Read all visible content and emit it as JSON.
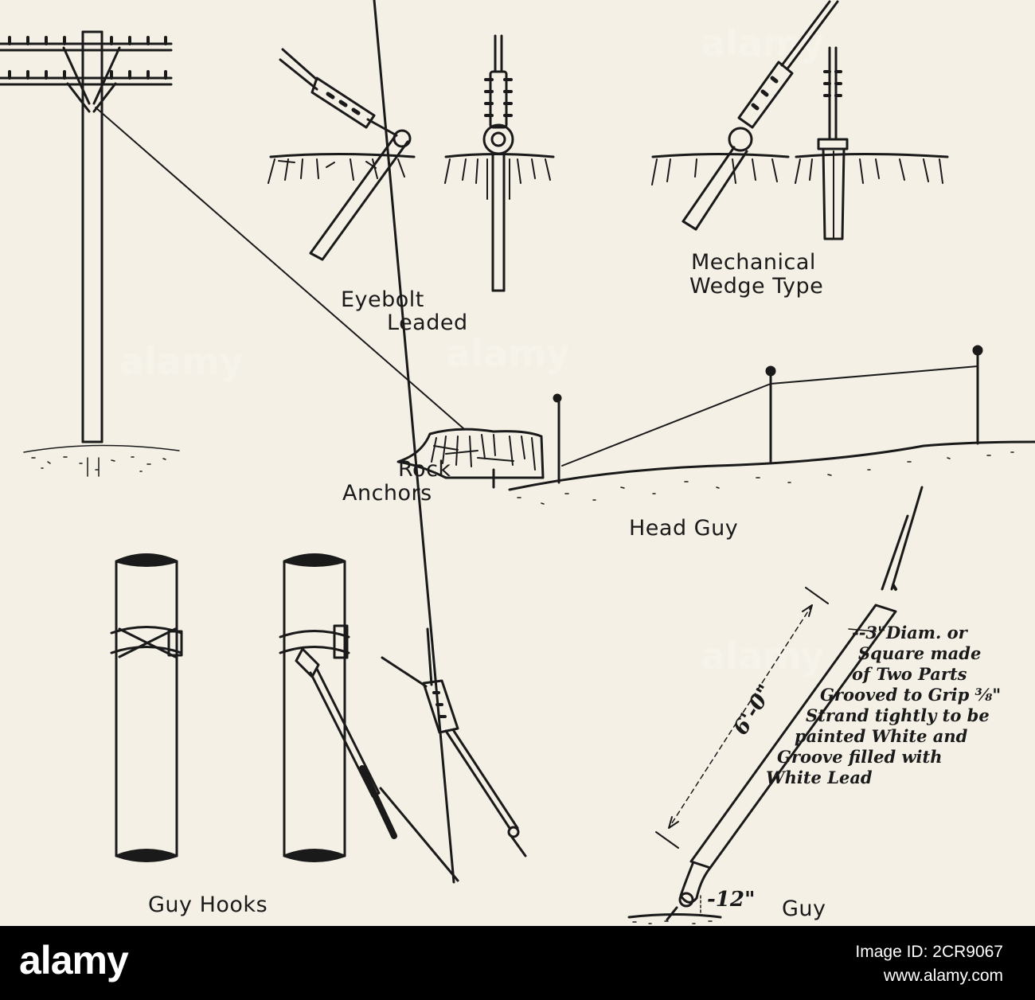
{
  "figure": {
    "labels": {
      "eyebolt_line1": "Eyebolt",
      "eyebolt_line2": "Leaded",
      "mechanical_line1": "Mechanical",
      "mechanical_line2": "Wedge Type",
      "rock_line1": "Rock",
      "rock_line2": "Anchors",
      "head_guy": "Head Guy",
      "guy_hooks": "Guy Hooks",
      "guy_bottom": "Guy"
    },
    "guard_note": [
      "--3\"Diam. or",
      "Square made",
      "of Two Parts",
      "Grooved to Grip ⅜\"",
      "Strand tightly to be",
      "painted White and",
      "Groove filled with",
      "White Lead"
    ],
    "dimensions": {
      "guard_length": "6'-0\"",
      "ground_clearance": "-12\""
    },
    "watermark": "alamy"
  },
  "footer": {
    "brand": "alamy",
    "image_id": "Image ID: 2CR9067",
    "site": "www.alamy.com"
  },
  "colors": {
    "paper": "#f4f0e6",
    "ink": "#1a1a1a",
    "footer_bg": "#000000"
  }
}
